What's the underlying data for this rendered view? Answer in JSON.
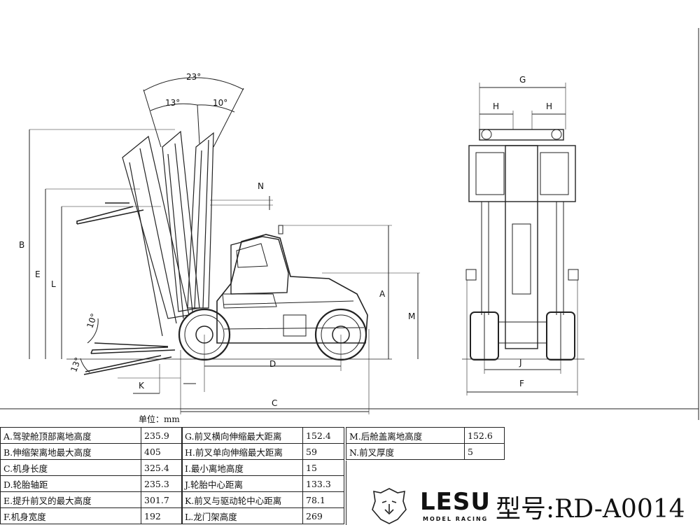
{
  "dimension_labels": {
    "total_tilt": "23°",
    "back_tilt": "13°",
    "front_tilt": "10°",
    "fork_down_tilt": "10°",
    "fork_up_tilt": "13°",
    "A": "A",
    "B": "B",
    "C": "C",
    "D": "D",
    "E": "E",
    "F": "F",
    "G": "G",
    "H": "H",
    "J": "J",
    "K": "K",
    "L": "L",
    "M": "M",
    "N": "N"
  },
  "unit_label": "单位：mm",
  "spec_table": {
    "col1": [
      {
        "label": "A.驾驶舱顶部离地高度",
        "value": "235.9"
      },
      {
        "label": "B.伸缩架离地最大高度",
        "value": "405"
      },
      {
        "label": "C.机身长度",
        "value": "325.4"
      },
      {
        "label": "D.轮胎轴距",
        "value": "235.3"
      },
      {
        "label": "E.提升前叉的最大高度",
        "value": "301.7"
      },
      {
        "label": "F.机身宽度",
        "value": "192"
      }
    ],
    "col2": [
      {
        "label": "G.前叉横向伸缩最大距离",
        "value": "152.4"
      },
      {
        "label": "H.前叉单向伸缩最大距离",
        "value": "59"
      },
      {
        "label": "I.最小离地高度",
        "value": "15"
      },
      {
        "label": "J.轮胎中心距离",
        "value": "133.3"
      },
      {
        "label": "K.前叉与驱动轮中心距离",
        "value": "78.1"
      },
      {
        "label": "L.龙门架高度",
        "value": "269"
      }
    ],
    "col3": [
      {
        "label": "M.后舱盖离地高度",
        "value": "152.6"
      },
      {
        "label": "N.前叉厚度",
        "value": "5"
      }
    ]
  },
  "brand": {
    "name": "LESU",
    "sub": "MODEL RACING",
    "model": "型号:RD-A0014"
  }
}
